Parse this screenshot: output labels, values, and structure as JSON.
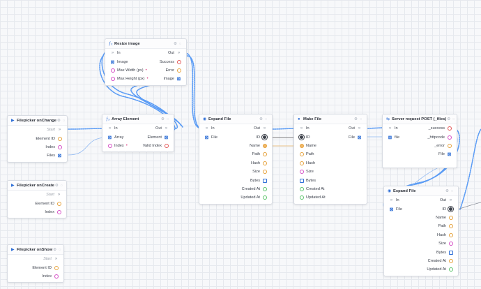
{
  "nodes": {
    "resize": {
      "title": "Resize image",
      "left": [
        "In",
        "Image",
        "Max Width (px)",
        "Max Height (px)"
      ],
      "right": [
        "Out",
        "Success",
        "Error",
        "Image"
      ]
    },
    "fp_change": {
      "title": "Filepicker onChange",
      "right": [
        "Start",
        "Element ID",
        "Index",
        "Files"
      ]
    },
    "array": {
      "title": "Array Element",
      "left": [
        "In",
        "Array",
        "Index"
      ],
      "right": [
        "Out",
        "Element",
        "Valid Index"
      ]
    },
    "expand1": {
      "title": "Expand File",
      "left": [
        "In",
        "File"
      ],
      "right": [
        "Out",
        "ID",
        "Name",
        "Path",
        "Hash",
        "Size",
        "Bytes",
        "Created At",
        "Updated At"
      ]
    },
    "make": {
      "title": "Make File",
      "left": [
        "In",
        "ID",
        "Name",
        "Path",
        "Hash",
        "Size",
        "Bytes",
        "Created At",
        "Updated At"
      ],
      "right": [
        "Out",
        "File"
      ]
    },
    "server": {
      "title": "Server request POST (_files)",
      "left": [
        "In",
        "file"
      ],
      "right": [
        "_success",
        "_httpcode",
        "_error",
        "File"
      ]
    },
    "fp_create": {
      "title": "Filepicker onCreate",
      "right": [
        "Start",
        "Element ID",
        "Index"
      ]
    },
    "expand2": {
      "title": "Expand File",
      "left": [
        "In",
        "File"
      ],
      "right": [
        "Out",
        "ID",
        "Name",
        "Path",
        "Hash",
        "Size",
        "Bytes",
        "Created At",
        "Updated At"
      ]
    },
    "fp_show": {
      "title": "Filepicker onShow",
      "right": [
        "Start",
        "Element ID",
        "Index"
      ]
    }
  },
  "colors": {
    "wire": "#3d8bfd",
    "string": "#e6a23c",
    "number": "#d64fc6",
    "boolean": "#e35757",
    "date": "#5bc46a",
    "file": "#2f6fd6"
  }
}
